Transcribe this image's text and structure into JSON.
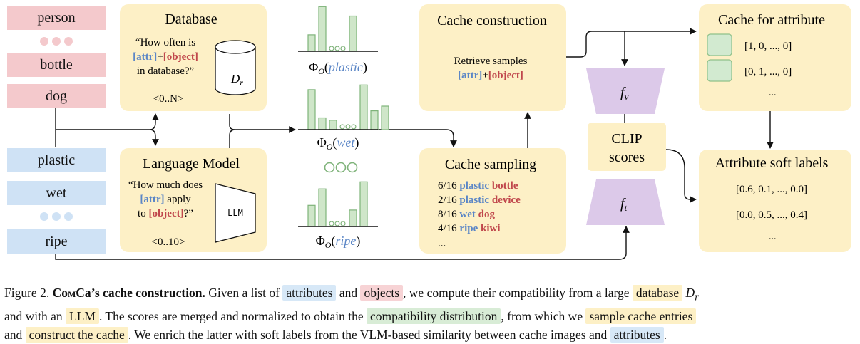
{
  "objects": [
    "person",
    "bottle",
    "dog"
  ],
  "attributes": [
    "plastic",
    "wet",
    "ripe"
  ],
  "database": {
    "title": "Database",
    "question_1": "“How often is",
    "question_attr": "[attr]",
    "question_plus": "+",
    "question_obj": "[object]",
    "question_2": "in database?”",
    "range": "<0..N>",
    "symbol": "D",
    "symbol_sub": "r"
  },
  "language_model": {
    "title": "Language Model",
    "question_1": "“How much does",
    "question_attr": "[attr]",
    "question_apply": " apply",
    "question_to": "to ",
    "question_obj": "[object]",
    "question_end": "?”",
    "range": "<0..10>",
    "llm_label": "LLM"
  },
  "distributions": [
    {
      "phi": "Φ",
      "sub": "O",
      "attr": "plastic",
      "bars": [
        0.35,
        0.95
      ],
      "bars_after": [
        0.75
      ]
    },
    {
      "phi": "Φ",
      "sub": "O",
      "attr": "wet",
      "bars": [
        0.85,
        0.25,
        0.2
      ],
      "bars_after": [
        0.95,
        0.4,
        0.5
      ]
    },
    {
      "phi": "Φ",
      "sub": "O",
      "attr": "ripe",
      "bars": [
        0.45,
        0.8
      ],
      "bars_after": [
        0.35,
        0.95
      ]
    }
  ],
  "cache_construction": {
    "title": "Cache construction",
    "line1": "Retrieve samples",
    "attr": "[attr]",
    "plus": "+",
    "obj": "[object]"
  },
  "cache_sampling": {
    "title": "Cache sampling",
    "entries": [
      {
        "count": "6/16",
        "attr": "plastic",
        "obj": "bottle"
      },
      {
        "count": "2/16",
        "attr": "plastic",
        "obj": "device"
      },
      {
        "count": "8/16",
        "attr": "wet",
        "obj": "dog"
      },
      {
        "count": "4/16",
        "attr": "ripe",
        "obj": "kiwi"
      }
    ],
    "more": "..."
  },
  "encoders": {
    "fv": "f",
    "fv_sub": "v",
    "ft": "f",
    "ft_sub": "t",
    "clip_line1": "CLIP",
    "clip_line2": "scores"
  },
  "cache_for_attribute": {
    "title": "Cache for attribute",
    "rows": [
      "[1, 0, ..., 0]",
      "[0, 1, ..., 0]"
    ],
    "more": "..."
  },
  "soft_labels": {
    "title": "Attribute soft labels",
    "rows": [
      "[0.6, 0.1, ..., 0.0]",
      "[0.0, 0.5, ..., 0.4]"
    ],
    "more": "..."
  },
  "caption": {
    "fig": "Figure 2.",
    "name_co": "Co",
    "name_m": "m",
    "name_ca": "Ca",
    "name_rest": "’s cache construction.",
    "t1": " Given a list of ",
    "h_attributes": "attributes",
    "t2": " and ",
    "h_objects": "objects",
    "t3": ", we compute their compatibility from a large ",
    "h_database": "database",
    "t4": " ",
    "db_sym": "D",
    "db_sub": "r",
    "t5": "and with an ",
    "h_llm": "LLM",
    "t6": ". The scores are merged and normalized to obtain the ",
    "h_comp": "compatibility distribution",
    "t7": ", from which we ",
    "h_sample": "sample cache entries",
    "t8": "and ",
    "h_construct": "construct the cache",
    "t9": ". We enrich the latter with soft labels from the VLM-based similarity between cache images and ",
    "h_attributes2": "attributes",
    "t10": "."
  },
  "colors": {
    "object_bg": "#f4c9cc",
    "attribute_bg": "#cfe2f5",
    "box_bg": "#fdf0c6",
    "encoder_bg": "#dcc9e9",
    "bar_fill": "#cfe6c9",
    "bar_stroke": "#7fb37a",
    "attr_text": "#5b86c6",
    "obj_text": "#c0474c"
  }
}
